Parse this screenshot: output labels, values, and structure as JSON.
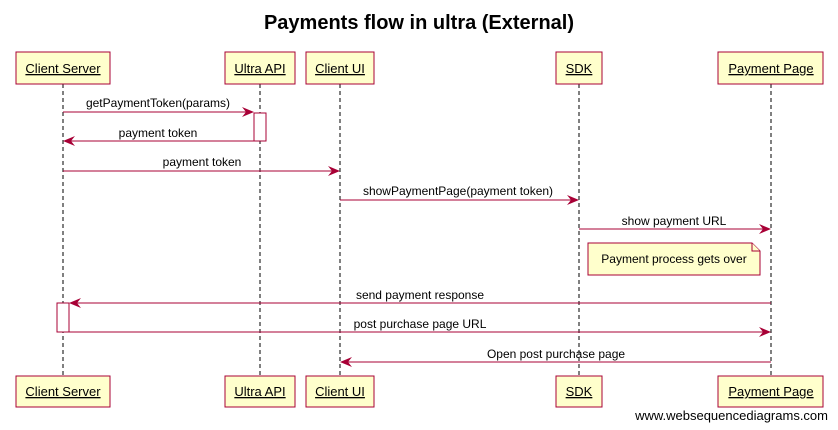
{
  "diagram": {
    "title": "Payments flow in ultra (External)",
    "watermark": "www.websequencediagrams.com",
    "colors": {
      "accent": "#a80036",
      "actor_fill": "#ffffcc",
      "note_fill": "#ffffcc"
    },
    "actors": [
      {
        "id": "client-server",
        "label": "Client Server"
      },
      {
        "id": "ultra-api",
        "label": "Ultra API"
      },
      {
        "id": "client-ui",
        "label": "Client UI"
      },
      {
        "id": "sdk",
        "label": "SDK"
      },
      {
        "id": "payment-page",
        "label": "Payment Page"
      }
    ],
    "messages": [
      {
        "from": "client-server",
        "to": "ultra-api",
        "label": "getPaymentToken(params)"
      },
      {
        "from": "ultra-api",
        "to": "client-server",
        "label": "payment token"
      },
      {
        "from": "client-server",
        "to": "client-ui",
        "label": "payment token"
      },
      {
        "from": "client-ui",
        "to": "sdk",
        "label": "showPaymentPage(payment token)"
      },
      {
        "from": "sdk",
        "to": "payment-page",
        "label": "show payment URL"
      },
      {
        "from": "payment-page",
        "to": "client-server",
        "label": "send payment response"
      },
      {
        "from": "client-server",
        "to": "payment-page",
        "label": "post purchase page URL"
      },
      {
        "from": "payment-page",
        "to": "client-ui",
        "label": "Open post purchase page"
      }
    ],
    "note": {
      "actor": "sdk",
      "label": "Payment process gets over"
    }
  }
}
